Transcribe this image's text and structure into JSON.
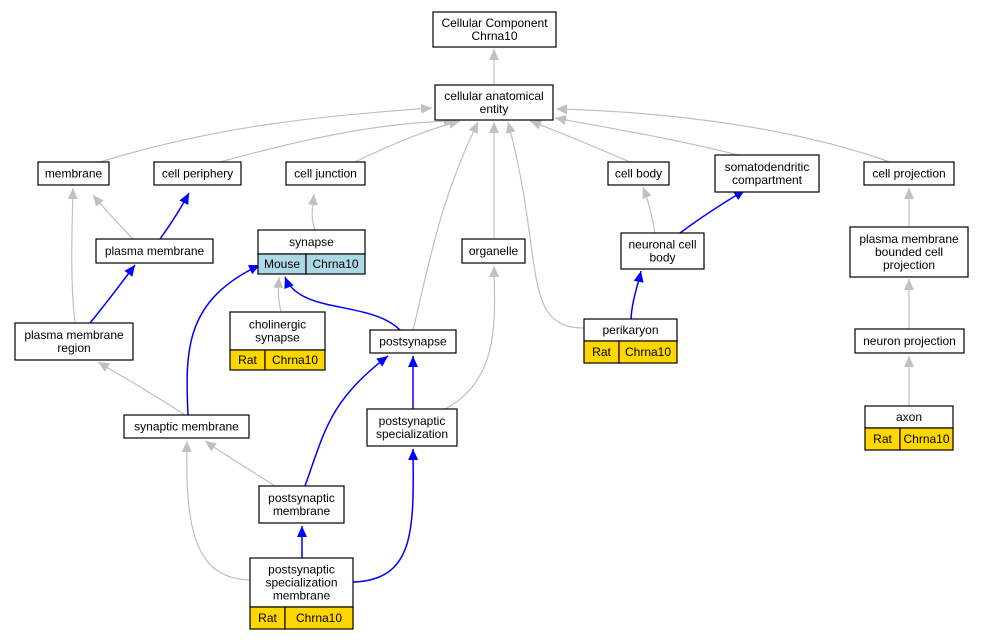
{
  "colors": {
    "relation_is_a": "#c0c0c0",
    "relation_part_of": "#0000ff",
    "annotation_rat": "#ffd700",
    "annotation_mouse": "#add8e6",
    "node_fill": "#ffffff"
  },
  "nodes": [
    {
      "id": "cc",
      "lines": [
        "Cellular Component",
        "Chrna10"
      ]
    },
    {
      "id": "cae",
      "lines": [
        "cellular anatomical",
        "entity"
      ]
    },
    {
      "id": "membrane",
      "lines": [
        "membrane"
      ]
    },
    {
      "id": "cellper",
      "lines": [
        "cell periphery"
      ]
    },
    {
      "id": "celljunc",
      "lines": [
        "cell junction"
      ]
    },
    {
      "id": "cellbody",
      "lines": [
        "cell body"
      ]
    },
    {
      "id": "somato",
      "lines": [
        "somatodendritic",
        "compartment"
      ]
    },
    {
      "id": "cellproj",
      "lines": [
        "cell projection"
      ]
    },
    {
      "id": "plasmamem",
      "lines": [
        "plasma membrane"
      ]
    },
    {
      "id": "synapse",
      "lines": [
        "synapse"
      ],
      "tag": [
        "Mouse",
        "Chrna10"
      ]
    },
    {
      "id": "organelle",
      "lines": [
        "organelle"
      ]
    },
    {
      "id": "neuronalbody",
      "lines": [
        "neuronal cell",
        "body"
      ]
    },
    {
      "id": "pmbcp",
      "lines": [
        "plasma membrane",
        "bounded cell",
        "projection"
      ]
    },
    {
      "id": "pmr",
      "lines": [
        "plasma membrane",
        "region"
      ]
    },
    {
      "id": "cholinergic",
      "lines": [
        "cholinergic",
        "synapse"
      ],
      "tag": [
        "Rat",
        "Chrna10"
      ]
    },
    {
      "id": "postsynapse",
      "lines": [
        "postsynapse"
      ]
    },
    {
      "id": "perikaryon",
      "lines": [
        "perikaryon"
      ],
      "tag": [
        "Rat",
        "Chrna10"
      ]
    },
    {
      "id": "neuronproj",
      "lines": [
        "neuron projection"
      ]
    },
    {
      "id": "synmem",
      "lines": [
        "synaptic membrane"
      ]
    },
    {
      "id": "pss",
      "lines": [
        "postsynaptic",
        "specialization"
      ]
    },
    {
      "id": "axon",
      "lines": [
        "axon"
      ],
      "tag": [
        "Rat",
        "Chrna10"
      ]
    },
    {
      "id": "psm",
      "lines": [
        "postsynaptic",
        "membrane"
      ]
    },
    {
      "id": "pssm",
      "lines": [
        "postsynaptic",
        "specialization",
        "membrane"
      ],
      "tag": [
        "Rat",
        "Chrna10"
      ]
    }
  ],
  "edges": [
    {
      "from": "cae",
      "to": "cc",
      "rel": "is_a"
    },
    {
      "from": "membrane",
      "to": "cae",
      "rel": "is_a"
    },
    {
      "from": "cellper",
      "to": "cae",
      "rel": "is_a"
    },
    {
      "from": "celljunc",
      "to": "cae",
      "rel": "is_a"
    },
    {
      "from": "postsynapse",
      "to": "cae",
      "rel": "is_a"
    },
    {
      "from": "organelle",
      "to": "cae",
      "rel": "is_a"
    },
    {
      "from": "perikaryon",
      "to": "cae",
      "rel": "is_a"
    },
    {
      "from": "cellbody",
      "to": "cae",
      "rel": "is_a"
    },
    {
      "from": "somato",
      "to": "cae",
      "rel": "is_a"
    },
    {
      "from": "cellproj",
      "to": "cae",
      "rel": "is_a"
    },
    {
      "from": "plasmamem",
      "to": "membrane",
      "rel": "is_a"
    },
    {
      "from": "plasmamem",
      "to": "cellper",
      "rel": "part_of"
    },
    {
      "from": "synapse",
      "to": "celljunc",
      "rel": "is_a"
    },
    {
      "from": "pmr",
      "to": "membrane",
      "rel": "is_a"
    },
    {
      "from": "pmr",
      "to": "plasmamem",
      "rel": "part_of"
    },
    {
      "from": "cholinergic",
      "to": "synapse",
      "rel": "is_a"
    },
    {
      "from": "postsynapse",
      "to": "synapse",
      "rel": "part_of"
    },
    {
      "from": "synmem",
      "to": "synapse",
      "rel": "part_of"
    },
    {
      "from": "synmem",
      "to": "pmr",
      "rel": "is_a"
    },
    {
      "from": "neuronalbody",
      "to": "cellbody",
      "rel": "is_a"
    },
    {
      "from": "neuronalbody",
      "to": "somato",
      "rel": "part_of"
    },
    {
      "from": "perikaryon",
      "to": "neuronalbody",
      "rel": "part_of"
    },
    {
      "from": "pmbcp",
      "to": "cellproj",
      "rel": "is_a"
    },
    {
      "from": "neuronproj",
      "to": "pmbcp",
      "rel": "is_a"
    },
    {
      "from": "axon",
      "to": "neuronproj",
      "rel": "is_a"
    },
    {
      "from": "pss",
      "to": "postsynapse",
      "rel": "part_of"
    },
    {
      "from": "pss",
      "to": "organelle",
      "rel": "is_a"
    },
    {
      "from": "psm",
      "to": "synmem",
      "rel": "is_a"
    },
    {
      "from": "psm",
      "to": "postsynapse",
      "rel": "part_of"
    },
    {
      "from": "pssm",
      "to": "psm",
      "rel": "part_of"
    },
    {
      "from": "pssm",
      "to": "pss",
      "rel": "part_of"
    },
    {
      "from": "pssm",
      "to": "synmem",
      "rel": "is_a"
    }
  ]
}
